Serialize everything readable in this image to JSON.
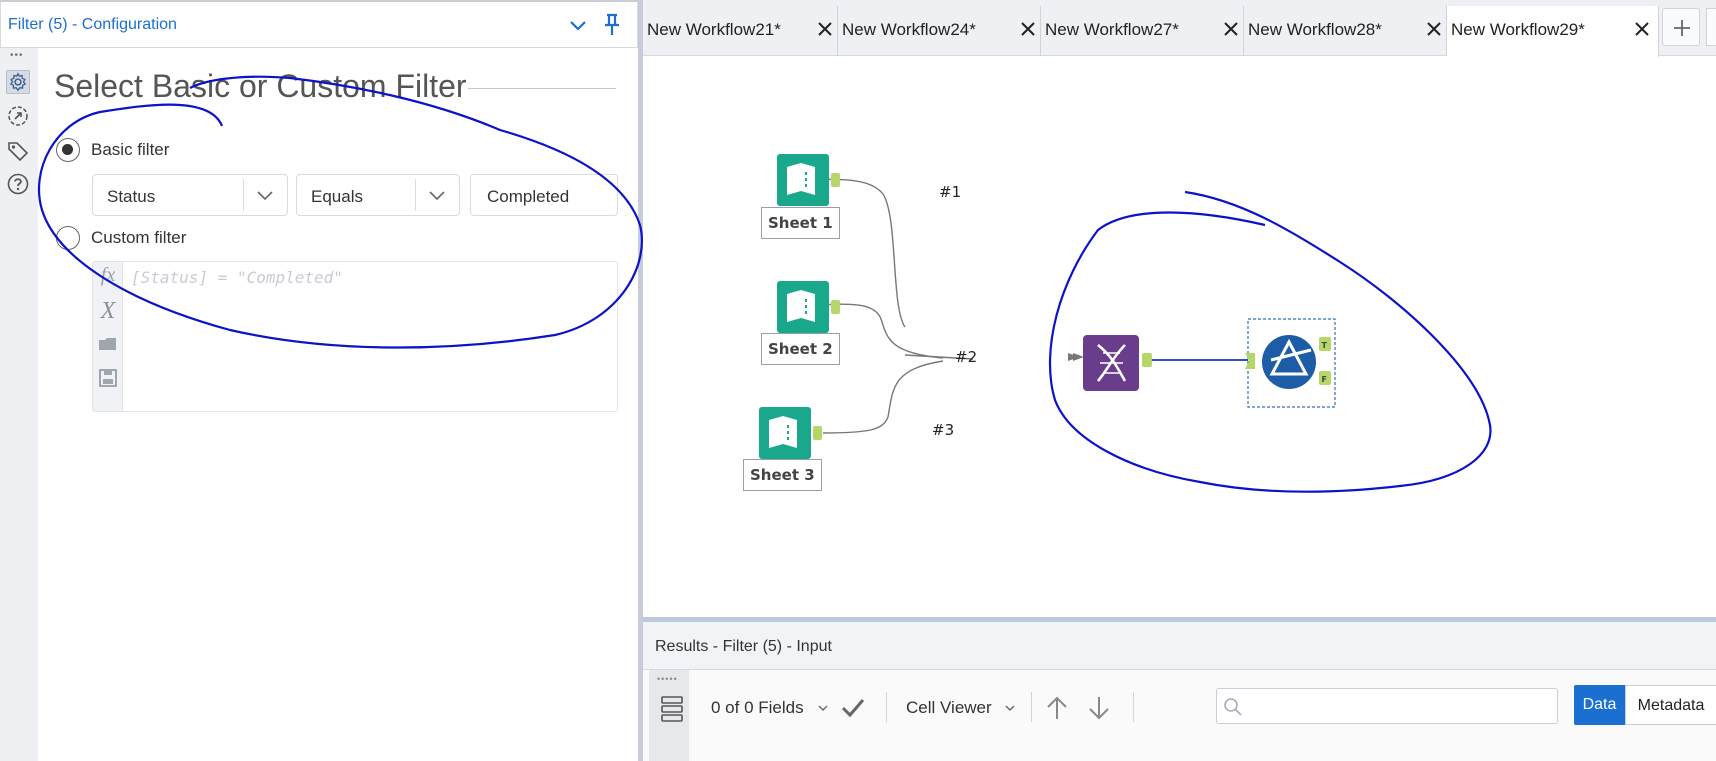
{
  "config_panel": {
    "title": "Filter (5) - Configuration",
    "section_title": "Select Basic or Custom Filter",
    "basic_filter": {
      "label": "Basic filter",
      "selected": true,
      "field": "Status",
      "operator": "Equals",
      "value": "Completed"
    },
    "custom_filter": {
      "label": "Custom filter",
      "selected": false,
      "expression": "[Status] = \"Completed\""
    },
    "side_icons": [
      "settings-icon",
      "navigate-icon",
      "tag-icon",
      "help-icon"
    ]
  },
  "tabs": [
    {
      "label": "New Workflow21*",
      "active": false
    },
    {
      "label": "New Workflow24*",
      "active": false
    },
    {
      "label": "New Workflow27*",
      "active": false
    },
    {
      "label": "New Workflow28*",
      "active": false
    },
    {
      "label": "New Workflow29*",
      "active": true
    }
  ],
  "canvas": {
    "inputs": [
      {
        "label": "Sheet 1",
        "connection": "#1"
      },
      {
        "label": "Sheet 2",
        "connection": "#2"
      },
      {
        "label": "Sheet 3",
        "connection": "#3"
      }
    ],
    "union_tool": "union-tool-icon",
    "filter_tool": {
      "icon": "filter-tool-icon",
      "true_anchor": "T",
      "false_anchor": "F"
    }
  },
  "results": {
    "title": "Results - Filter (5) - Input",
    "fields_label": "0 of 0 Fields",
    "cell_viewer_label": "Cell Viewer",
    "search_placeholder": "",
    "data_label": "Data",
    "metadata_label": "Metadata"
  },
  "colors": {
    "accent": "#1a6fd0",
    "input_tool": "#1aa88d",
    "union_tool": "#6a3c8c",
    "filter_tool": "#1d5da8",
    "anchor": "#b6d66a",
    "annotation": "#0b12c9"
  }
}
